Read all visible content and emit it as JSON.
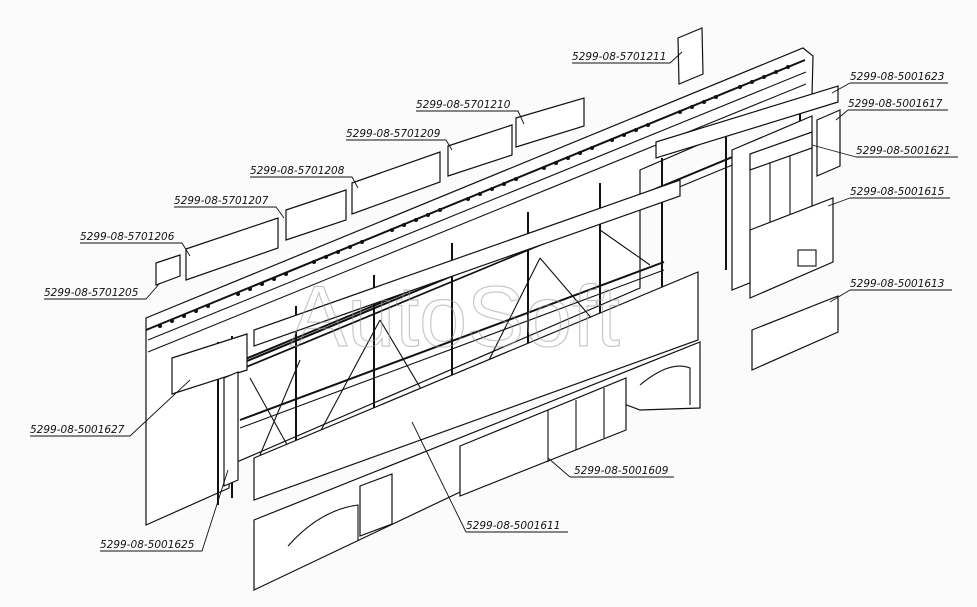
{
  "diagram": {
    "watermark": "AutoSoft",
    "part_labels": [
      "5299-08-5701211",
      "5299-08-5701210",
      "5299-08-5701209",
      "5299-08-5701208",
      "5299-08-5701207",
      "5299-08-5701206",
      "5299-08-5701205",
      "5299-08-5001623",
      "5299-08-5001617",
      "5299-08-5001621",
      "5299-08-5001615",
      "5299-08-5001613",
      "5299-08-5001627",
      "5299-08-5001609",
      "5299-08-5001611",
      "5299-08-5001625"
    ]
  }
}
